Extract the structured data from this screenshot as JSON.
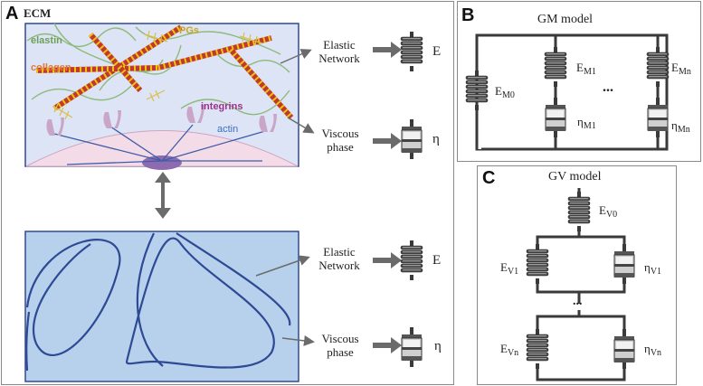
{
  "panels": {
    "a": {
      "letter": "A",
      "title": "ECM"
    },
    "b": {
      "letter": "B",
      "title": "GM model"
    },
    "c": {
      "letter": "C",
      "title": "GV model"
    }
  },
  "ecm_components": {
    "elastin": "elastin",
    "collagen": "collagen",
    "pgs": "PGs",
    "integrins": "integrins",
    "actin": "actin"
  },
  "phases": {
    "elastic_line1": "Elastic",
    "elastic_line2": "Network",
    "viscous_line1": "Viscous",
    "viscous_line2": "phase"
  },
  "symbols": {
    "spring": "E",
    "dashpot": "η"
  },
  "gm_model": {
    "spring0": {
      "base": "E",
      "sub": "M0"
    },
    "spring1": {
      "base": "E",
      "sub": "M1"
    },
    "springn": {
      "base": "E",
      "sub": "Mn"
    },
    "dash1": {
      "base": "η",
      "sub": "M1"
    },
    "dashn": {
      "base": "η",
      "sub": "Mn"
    },
    "ellipsis": "..."
  },
  "gv_model": {
    "spring0": {
      "base": "E",
      "sub": "V0"
    },
    "spring1": {
      "base": "E",
      "sub": "V1"
    },
    "springn": {
      "base": "E",
      "sub": "Vn"
    },
    "dash1": {
      "base": "η",
      "sub": "V1"
    },
    "dashn": {
      "base": "η",
      "sub": "Vn"
    },
    "ellipsis": "..."
  },
  "colors": {
    "ecm_bg": "#dde4f6",
    "cell": "#f3dce8",
    "hydrogel_bg": "#b7d1ec",
    "fiber_blue": "#2e4a94",
    "collagen_red": "#c0392b",
    "collagen_yellow": "#f1c40f",
    "elastin_green": "#8dba7a",
    "pgs_yellow": "#d8c04a",
    "integrin_purple": "#c9a6c8",
    "actin_blue": "#3f5ca8",
    "arrow_gray": "#6b6b6b"
  }
}
